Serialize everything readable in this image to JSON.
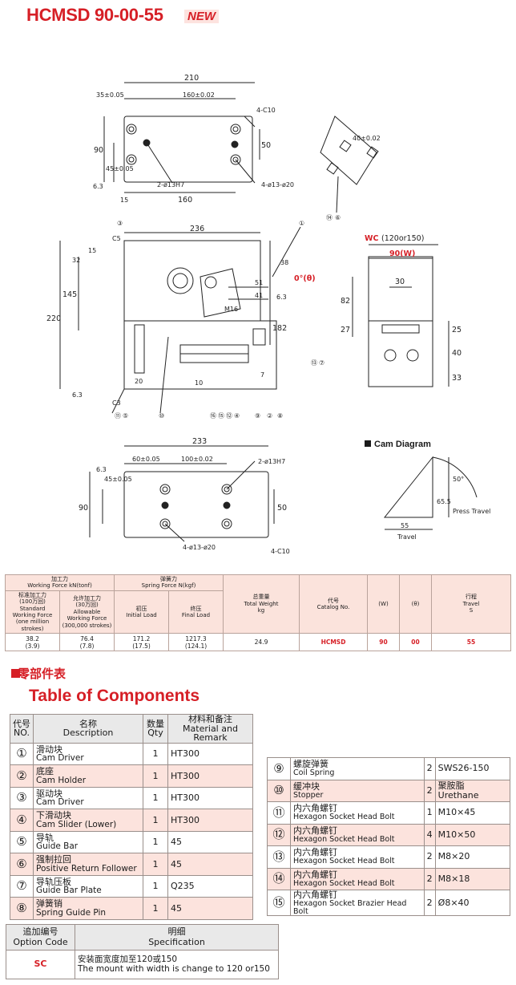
{
  "header": {
    "model": "HCMSD 90-00-55",
    "badge": "NEW"
  },
  "drawing": {
    "top_view": {
      "d_210": "210",
      "d_35": "35±0.05",
      "d_160_tol": "160±0.02",
      "d_4c10": "4-C10",
      "d_90": "90",
      "d_45": "45±0.05",
      "d_63": "6.3",
      "d_15": "15",
      "d_160": "160",
      "d_50": "50",
      "d_pin": "2-ø13H7",
      "d_bolt": "4-ø13-ø20"
    },
    "side_view": {
      "d_236": "236",
      "d_c5": "C5",
      "d_32": "32",
      "d_15": "15",
      "d_145": "145",
      "d_220": "220",
      "d_38": "38",
      "d_angle": "0°(θ)",
      "d_m16": "M16",
      "d_51": "51",
      "d_41": "41",
      "d_63": "6.3",
      "d_182": "182",
      "d_7": "7",
      "d_c3": "C3",
      "d_20": "20",
      "d_10": "10",
      "d_63b": "6.3",
      "c1": "①",
      "c3": "③",
      "c11": "⑪",
      "c5": "⑤",
      "c10": "⑩",
      "c16": "⑯",
      "c15": "⑮",
      "c12": "⑫",
      "c4": "④",
      "c9": "⑨",
      "c2": "②",
      "c8": "⑧",
      "c13": "⑬",
      "c7": "⑦"
    },
    "iso_view": {
      "c14": "⑭",
      "c6": "⑥",
      "d_tol": "40±0.02"
    },
    "end_view": {
      "wc_label": "WC",
      "wc_value": "(120or150)",
      "w_label": "90(W)",
      "d_82": "82",
      "d_30": "30",
      "d_27": "27",
      "d_25": "25",
      "d_40": "40",
      "d_33": "33"
    },
    "bottom_view": {
      "d_233": "233",
      "d_60": "60±0.05",
      "d_100": "100±0.02",
      "d_pin": "2-ø13H7",
      "d_63": "6.3",
      "d_90": "90",
      "d_45": "45±0.05",
      "d_50": "50",
      "d_bolt": "4-ø13-ø20",
      "d_4c10": "4-C10"
    },
    "cam_diagram": {
      "title": "Cam Diagram",
      "press_travel": "Press Travel",
      "v_65": "65.5",
      "angle": "50°",
      "v_55": "55",
      "travel": "Travel"
    }
  },
  "spec_table": {
    "headers": {
      "working_force": "加工力\nWorking Force kN(tonf)",
      "spring_force": "弹簧力\nSpring Force N(kgf)",
      "standard": "标准加工力\n(100万回)\nStandard\nWorking Force\n(one million strokes)",
      "allowable": "允许加工力\n(30万回)\nAllowable\nWorking Force\n(300,000 strokes)",
      "initial": "初压\nInitial Load",
      "final": "终压\nFinal Load",
      "weight": "总重量\nTotal Weight\nkg",
      "catalog": "代号\nCatalog No.",
      "w": "(W)",
      "theta": "(θ)",
      "travel": "行程\nTravel\nS"
    },
    "row": {
      "standard": "38.2\n(3.9)",
      "allowable": "76.4\n(7.8)",
      "initial": "171.2\n(17.5)",
      "final": "1217.3\n(124.1)",
      "weight": "24.9",
      "catalog": "HCMSD",
      "w": "90",
      "theta": "00",
      "travel": "55"
    }
  },
  "components": {
    "title_cn": "零部件表",
    "title_en": "Table of Components",
    "headers": {
      "no": "代号\nNO.",
      "desc": "名称\nDescription",
      "qty": "数量\nQty",
      "mat": "材料和备注\nMaterial and Remark"
    },
    "left": [
      {
        "no": "①",
        "cn": "滑动块",
        "en": "Cam Driver",
        "qty": "1",
        "mat": "HT300"
      },
      {
        "no": "②",
        "cn": "底座",
        "en": "Cam Holder",
        "qty": "1",
        "mat": "HT300"
      },
      {
        "no": "③",
        "cn": "驱动块",
        "en": "Cam Driver",
        "qty": "1",
        "mat": "HT300"
      },
      {
        "no": "④",
        "cn": "下滑动块",
        "en": "Cam Slider (Lower)",
        "qty": "1",
        "mat": "HT300"
      },
      {
        "no": "⑤",
        "cn": "导轨",
        "en": "Guide Bar",
        "qty": "1",
        "mat": "45"
      },
      {
        "no": "⑥",
        "cn": "强制拉回",
        "en": "Positive Return Follower",
        "qty": "1",
        "mat": "45"
      },
      {
        "no": "⑦",
        "cn": "导轨压板",
        "en": "Guide Bar Plate",
        "qty": "1",
        "mat": "Q235"
      },
      {
        "no": "⑧",
        "cn": "弹簧销",
        "en": "Spring Guide Pin",
        "qty": "1",
        "mat": "45"
      }
    ],
    "right": [
      {
        "no": "⑨",
        "cn": "螺旋弹簧",
        "en": "Coil Spring",
        "qty": "2",
        "mat": "SWS26-150"
      },
      {
        "no": "⑩",
        "cn": "缓冲块",
        "en": "Stopper",
        "qty": "2",
        "mat": "聚胺脂 Urethane"
      },
      {
        "no": "⑪",
        "cn": "内六角螺钉",
        "en": "Hexagon Socket Head Bolt",
        "qty": "1",
        "mat": "M10×45"
      },
      {
        "no": "⑫",
        "cn": "内六角螺钉",
        "en": "Hexagon Socket Head Bolt",
        "qty": "4",
        "mat": "M10×50"
      },
      {
        "no": "⑬",
        "cn": "内六角螺钉",
        "en": "Hexagon Socket Head Bolt",
        "qty": "2",
        "mat": "M8×20"
      },
      {
        "no": "⑭",
        "cn": "内六角螺钉",
        "en": "Hexagon Socket Head Bolt",
        "qty": "2",
        "mat": "M8×18"
      },
      {
        "no": "⑮",
        "cn": "内六角螺钉",
        "en": "Hexagon Socket Brazier Head Bolt",
        "qty": "2",
        "mat": "Ø8×40"
      }
    ]
  },
  "options": {
    "headers": {
      "code": "追加编号\nOption Code",
      "spec": "明细\nSpecification"
    },
    "rows": [
      {
        "code": "SC",
        "cn": "安装面宽度加至120或150",
        "en": "The mount with width is change to 120 or150"
      }
    ]
  }
}
